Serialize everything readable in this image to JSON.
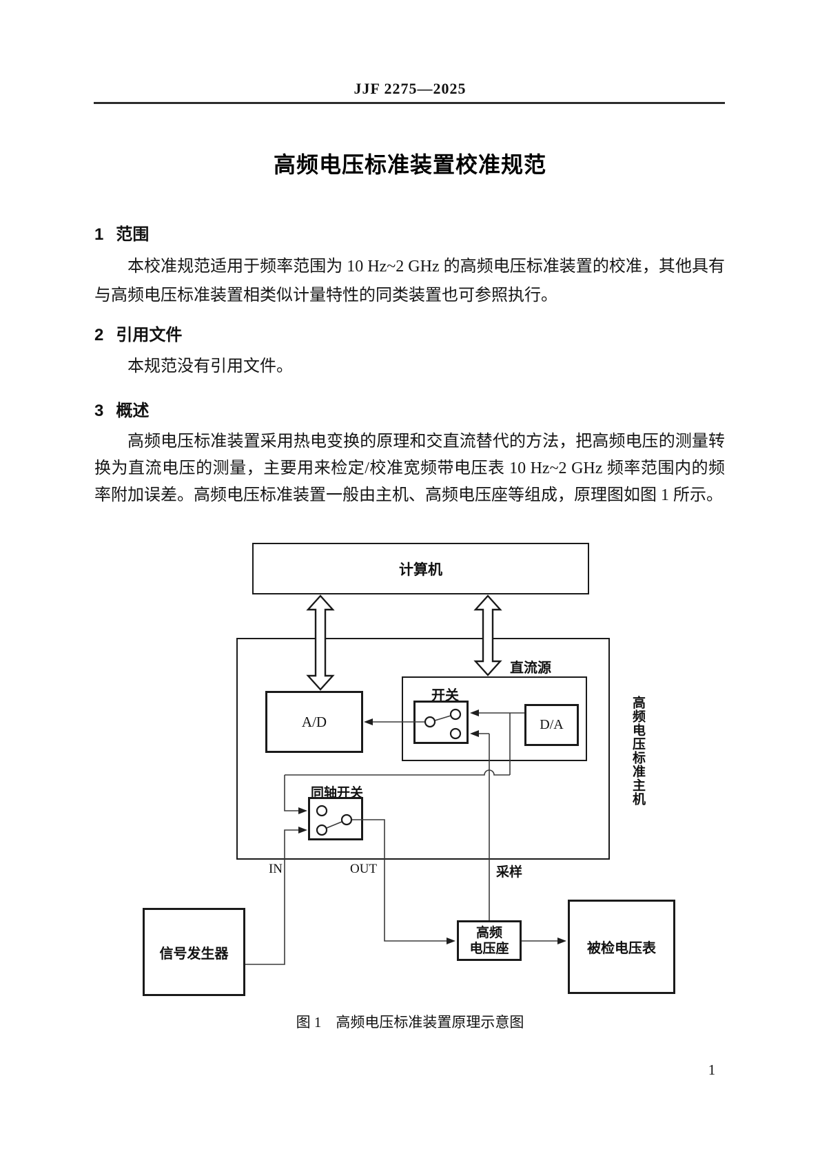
{
  "page": {
    "header_code": "JJF 2275—2025",
    "title": "高频电压标准装置校准规范",
    "page_number": "1"
  },
  "sections": [
    {
      "number": "1",
      "heading": "范围",
      "paragraphs": [
        "本校准规范适用于频率范围为 10 Hz~2 GHz 的高频电压标准装置的校准，其他具有与高频电压标准装置相类似计量特性的同类装置也可参照执行。"
      ]
    },
    {
      "number": "2",
      "heading": "引用文件",
      "paragraphs": [
        "本规范没有引用文件。"
      ]
    },
    {
      "number": "3",
      "heading": "概述",
      "paragraphs": [
        "高频电压标准装置采用热电变换的原理和交直流替代的方法，把高频电压的测量转换为直流电压的测量，主要用来检定/校准宽频带电压表 10 Hz~2 GHz 频率范围内的频率附加误差。高频电压标准装置一般由主机、高频电压座等组成，原理图如图 1 所示。"
      ]
    }
  ],
  "figure": {
    "caption": "图 1　高频电压标准装置原理示意图",
    "blocks": {
      "computer": "计算机",
      "dc_source": "直流源",
      "switch": "开关",
      "da": "D/A",
      "ad": "A/D",
      "coax_switch": "同轴开关",
      "signal_generator": "信号发生器",
      "hf_socket_line1": "高频",
      "hf_socket_line2": "电压座",
      "meter": "被检电压表",
      "main_unit": "高频电压标准主机"
    },
    "ports": {
      "in": "IN",
      "out": "OUT",
      "sample": "采样"
    }
  }
}
